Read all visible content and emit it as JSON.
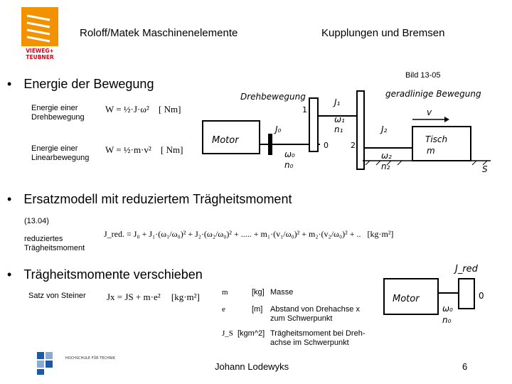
{
  "header": {
    "publisher_logo": "VIEWEG+ TEUBNER",
    "title_left": "Roloff/Matek Maschinenelemente",
    "title_right": "Kupplungen und Bremsen"
  },
  "figure_ref": "Bild 13-05",
  "sections": [
    {
      "bullet": "•",
      "heading": "Energie der Bewegung"
    },
    {
      "bullet": "•",
      "heading": "Ersatzmodell mit reduziertem Trägheitsmoment"
    },
    {
      "bullet": "•",
      "heading": "Trägheitsmomente verschieben"
    }
  ],
  "energy": {
    "rot_label_1": "Energie einer",
    "rot_label_2": "Drehbewegung",
    "rot_formula": "W = ½·J·ω²",
    "rot_unit": "[ Nm]",
    "lin_label_1": "Energie einer",
    "lin_label_2": "Linearbewegung",
    "lin_formula": "W = ½·m·v²",
    "lin_unit": "[ Nm]"
  },
  "diagram1": {
    "drehbewegung": "Drehbewegung",
    "geradlinige": "geradlinige Bewegung",
    "motor": "Motor",
    "tisch": "Tisch",
    "m": "m",
    "v": "v",
    "J1": "J₁",
    "J0": "J₀",
    "J2": "J₂",
    "n1": "1",
    "n0": "0",
    "n2": "2",
    "omega1": "ω₁",
    "rpm1": "n₁",
    "omega0": "ω₀",
    "rpm0": "n₀",
    "omega2": "ω₂",
    "rpm2": "n₂",
    "S": "S"
  },
  "reduced": {
    "eq_no": "(13.04)",
    "label_1": "reduziertes",
    "label_2": "Trägheitsmoment",
    "formula": "J_red. = J₀ + J₁·(ω₁/ω₀)² + J₂·(ω₂/ω₀)² + ..... + m₁·(v₁/ω₀)² + m₂·(v₂/ω₀)² + ..",
    "unit": "[kg·m²]"
  },
  "steiner": {
    "label": "Satz von Steiner",
    "formula": "Jx = JS + m·e²",
    "unit": "[kg·m²]",
    "legend": [
      {
        "sym": "m",
        "unit": "[kg]",
        "desc_1": "Masse",
        "desc_2": ""
      },
      {
        "sym": "e",
        "unit": "[m]",
        "desc_1": "Abstand von Drehachse x",
        "desc_2": "zum Schwerpunkt"
      },
      {
        "sym": "J_S",
        "unit": "[kgm^2]",
        "desc_1": "Trägheitsmoment bei Dreh-",
        "desc_2": "achse im Schwerpunkt"
      }
    ]
  },
  "diagram2": {
    "Jred": "J_red",
    "motor": "Motor",
    "n0": "0",
    "omega0": "ω₀",
    "rpm0": "n₀"
  },
  "footer": {
    "school_logo": "HOCHSCHULE FÜR TECHNIK",
    "author": "Johann Lodewyks",
    "page": "6"
  }
}
